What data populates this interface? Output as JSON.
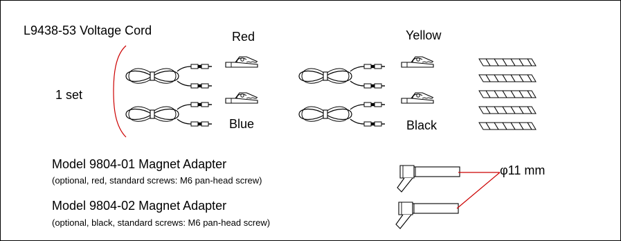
{
  "title": "L9438-53 Voltage Cord",
  "set_label": "1 set",
  "clip_labels": {
    "red": "Red",
    "blue": "Blue",
    "yellow": "Yellow",
    "black": "Black"
  },
  "adapters": [
    {
      "name": "Model 9804-01 Magnet Adapter",
      "detail": "(optional, red, standard screws: M6 pan-head screw)"
    },
    {
      "name": "Model 9804-02 Magnet Adapter",
      "detail": "(optional, black, standard screws: M6 pan-head screw)"
    }
  ],
  "dimension_label": "φ11 mm",
  "colors": {
    "leader_line": "#cc0000",
    "bracket": "#cc0000",
    "stroke": "#000000"
  },
  "icons": [
    "coiled-cord-icon",
    "alligator-clip-icon",
    "spiral-tube-icon",
    "magnet-adapter-icon"
  ]
}
